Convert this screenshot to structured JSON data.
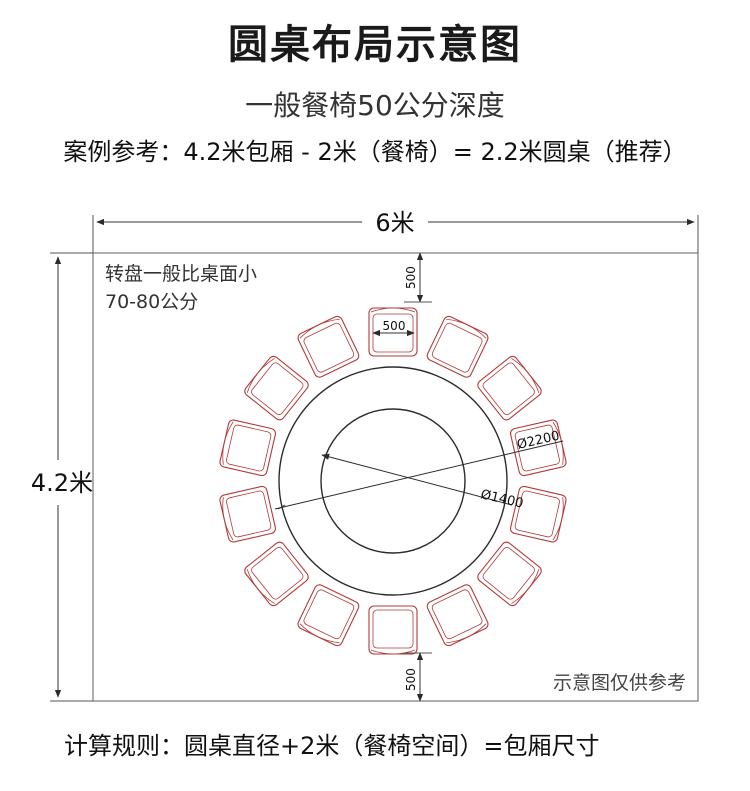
{
  "header": {
    "title": "圆桌布局示意图",
    "subtitle": "一般餐椅50公分深度",
    "reference": "案例参考：4.2米包厢 - 2米（餐椅）= 2.2米圆桌（推荐）"
  },
  "diagram": {
    "room_width_label": "6米",
    "room_height_label": "4.2米",
    "turntable_note_line1": "转盘一般比桌面小",
    "turntable_note_line2": "70-80公分",
    "chair_depth_label_top": "500",
    "chair_width_label": "500",
    "chair_depth_label_bottom": "500",
    "table_diameter_label": "Ø2200",
    "turntable_diameter_label": "Ø1400",
    "disclaimer": "示意图仅供参考",
    "chair_count": 14,
    "colors": {
      "chair": "#b23a3a",
      "line": "#2b2b2b",
      "room": "#666666"
    }
  },
  "footer": {
    "rule": "计算规则：圆桌直径+2米（餐椅空间）=包厢尺寸"
  }
}
